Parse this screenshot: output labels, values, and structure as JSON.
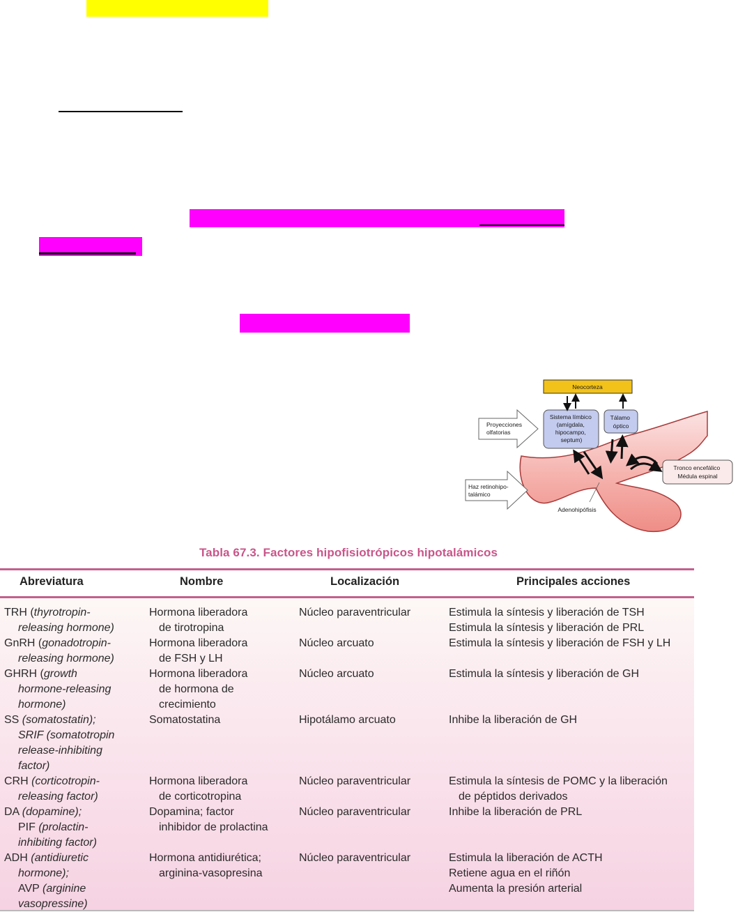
{
  "highlights": {
    "yellow_color": "#ffff00",
    "magenta_color": "#ff00ff"
  },
  "diagram": {
    "neocortex": "Neocorteza",
    "limbic": [
      "Sistema límbico",
      "(amígdala,",
      "hipocampo,",
      "septum)"
    ],
    "thalamus": [
      "Tálamo",
      "óptico"
    ],
    "olfactory": [
      "Proyecciones",
      "olfatorias"
    ],
    "retino": [
      "Haz retinohipo-",
      "talámico"
    ],
    "brainstem": [
      "Tronco encefálico",
      "Médula espinal"
    ],
    "adenohypophysis": "Adenohipófisis"
  },
  "table": {
    "title": "Tabla 67.3.  Factores hipofisiotrópicos hipotalámicos",
    "accent_color": "#c2608e",
    "headers": [
      "Abreviatura",
      "Nombre",
      "Localización",
      "Principales acciones"
    ],
    "rows": [
      {
        "abbr": [
          {
            "t": "TRH (",
            "i": "thyrotropin-"
          },
          {
            "t": "",
            "i": "releasing hormone)"
          }
        ],
        "name": [
          "Hormona liberadora",
          "de tirotropina"
        ],
        "loc": [
          "Núcleo paraventricular"
        ],
        "actions": [
          "Estimula la síntesis y liberación de TSH",
          "Estimula la síntesis y liberación de PRL"
        ]
      },
      {
        "abbr": [
          {
            "t": "GnRH (",
            "i": "gonadotropin-"
          },
          {
            "t": "",
            "i": "releasing hormone)"
          }
        ],
        "name": [
          "Hormona liberadora",
          "de FSH y LH"
        ],
        "loc": [
          "Núcleo arcuato"
        ],
        "actions": [
          "Estimula la síntesis y liberación de FSH y LH"
        ]
      },
      {
        "abbr": [
          {
            "t": "GHRH (",
            "i": "growth"
          },
          {
            "t": "",
            "i": "hormone-releasing"
          },
          {
            "t": "",
            "i": "hormone)"
          }
        ],
        "name": [
          "Hormona liberadora",
          "de hormona de",
          "crecimiento"
        ],
        "loc": [
          "Núcleo arcuato"
        ],
        "actions": [
          "Estimula la síntesis y liberación de GH"
        ]
      },
      {
        "abbr": [
          {
            "t": "SS ",
            "i": "(somatostatin);"
          },
          {
            "t": "",
            "i": "SRIF (somatotropin"
          },
          {
            "t": "",
            "i": "release-inhibiting"
          },
          {
            "t": "",
            "i": "factor)"
          }
        ],
        "name": [
          "Somatostatina"
        ],
        "loc": [
          "Hipotálamo arcuato"
        ],
        "actions": [
          "Inhibe la liberación de GH"
        ]
      },
      {
        "abbr": [
          {
            "t": "CRH ",
            "i": "(corticotropin-"
          },
          {
            "t": "",
            "i": "releasing factor)"
          }
        ],
        "name": [
          "Hormona liberadora",
          "de corticotropina"
        ],
        "loc": [
          "Núcleo paraventricular"
        ],
        "actions": [
          "Estimula la síntesis de POMC y la liberación",
          "de péptidos derivados"
        ]
      },
      {
        "abbr": [
          {
            "t": "DA ",
            "i": "(dopamine);"
          },
          {
            "t": "PIF ",
            "i": "(prolactin-"
          },
          {
            "t": "",
            "i": "inhibiting factor)"
          }
        ],
        "name": [
          "Dopamina; factor",
          "inhibidor de prolactina"
        ],
        "loc": [
          "Núcleo paraventricular"
        ],
        "actions": [
          "Inhibe la liberación de PRL"
        ]
      },
      {
        "abbr": [
          {
            "t": "ADH ",
            "i": "(antidiuretic"
          },
          {
            "t": "",
            "i": "hormone);"
          },
          {
            "t": "AVP ",
            "i": "(arginine"
          },
          {
            "t": "",
            "i": "vasopressine)"
          }
        ],
        "name": [
          "Hormona antidiurética;",
          "arginina-vasopresina"
        ],
        "loc": [
          "Núcleo paraventricular"
        ],
        "actions": [
          "Estimula la liberación de ACTH",
          "Retiene agua en el riñón",
          "Aumenta la presión arterial"
        ]
      }
    ]
  }
}
